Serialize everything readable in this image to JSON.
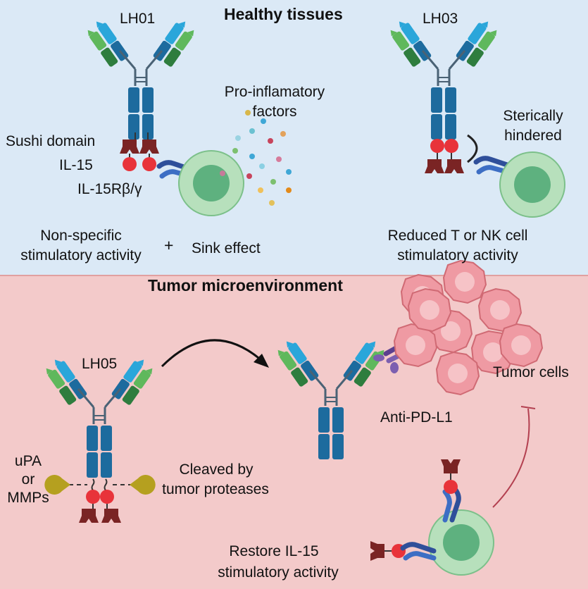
{
  "healthy": {
    "title": "Healthy tissues",
    "lh01": "LH01",
    "lh03": "LH03",
    "proinflam_line1": "Pro-inflamatory",
    "proinflam_line2": "factors",
    "sushi": "Sushi domain",
    "il15": "IL-15",
    "il15r": "IL-15Rβ/γ",
    "nonspecific_line1": "Non-specific",
    "nonspecific_line2": "stimulatory activity",
    "plus": "+",
    "sink": "Sink effect",
    "steric_line1": "Sterically",
    "steric_line2": "hindered",
    "reduced_line1": "Reduced T or NK cell",
    "reduced_line2": "stimulatory activity"
  },
  "tumor": {
    "title": "Tumor microenvironment",
    "lh05": "LH05",
    "upa_line1": "uPA",
    "upa_line2": "or",
    "upa_line3": "MMPs",
    "cleaved_line1": "Cleaved by",
    "cleaved_line2": "tumor proteases",
    "antipdl1": "Anti-PD-L1",
    "tumor_cells": "Tumor cells",
    "restore_line1": "Restore IL-15",
    "restore_line2": "stimulatory activity"
  },
  "colors": {
    "top_bg": "#dbe9f6",
    "bottom_bg": "#f3caca",
    "antibody_blue": "#1d6b9e",
    "light_blue": "#2aa6da",
    "green_light": "#5fb85c",
    "green_dark": "#2e7d3e",
    "il15_red": "#e8333a",
    "sushi_maroon": "#7a2424",
    "receptor_blue": "#2f4f9a",
    "cell_green": "#9fd2a8",
    "protease_yellow": "#b5a01f",
    "tumor_pink": "#e79ea4"
  },
  "icons": [
    "antibody-icon",
    "il15-icon",
    "sushi-domain-icon",
    "receptor-icon",
    "nk-cell-icon",
    "protease-icon",
    "tumor-cluster-icon",
    "pdl1-icon",
    "arrow-icon",
    "inhibition-icon"
  ]
}
